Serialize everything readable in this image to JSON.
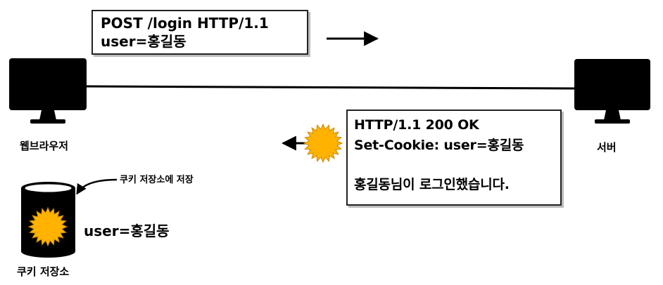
{
  "request": {
    "lines": [
      "POST /login HTTP/1.1",
      "user=홍길동"
    ]
  },
  "response": {
    "lines": [
      "HTTP/1.1 200 OK",
      "Set-Cookie: user=홍길동",
      "홍길동님이 로그인했습니다."
    ]
  },
  "labels": {
    "browser": "웹브라우저",
    "server": "서버",
    "cookie_storage": "쿠키 저장소",
    "storage_note": "쿠키 저장소에 저장",
    "stored_cookie": "user=홍길동"
  },
  "icons": [
    "monitor-icon",
    "cookie-icon",
    "database-icon"
  ],
  "colors": {
    "cookie": "#FFB300",
    "ink": "#000000"
  }
}
